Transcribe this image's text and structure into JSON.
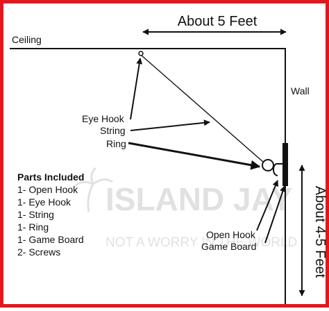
{
  "colors": {
    "border": "#e8141b",
    "line": "#111111",
    "watermark": "#c9c9c9"
  },
  "dimensions": {
    "top_label": "About 5 Feet",
    "side_label": "About 4-5 Feet"
  },
  "labels": {
    "ceiling": "Ceiling",
    "wall": "Wall",
    "eye_hook": "Eye Hook",
    "string": "String",
    "ring": "Ring",
    "open_hook": "Open Hook",
    "game_board": "Game Board"
  },
  "parts": {
    "title": "Parts Included",
    "items": [
      "1- Open Hook",
      "1- Eye Hook",
      "1- String",
      "1- Ring",
      "1- Game Board",
      "2- Screws"
    ]
  },
  "watermark": {
    "brand": "ISLAND JAY",
    "tagline": "NOT A WORRY IN THE WORLD",
    "icon": "palm-tree-icon"
  }
}
